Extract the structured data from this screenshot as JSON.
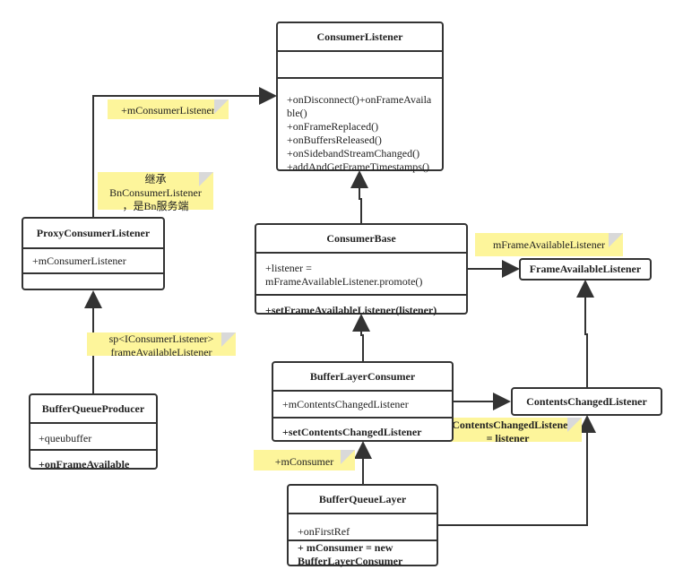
{
  "classes": {
    "consumer_listener": {
      "name": "ConsumerListener",
      "attributes": [],
      "methods": [
        "+onDisconnect()+onFrameAvaila",
        "ble()",
        "+onFrameReplaced()",
        "+onBuffersReleased()",
        "+onSidebandStreamChanged()",
        "+addAndGetFrameTimestamps()"
      ]
    },
    "proxy_consumer_listener": {
      "name": "ProxyConsumerListener",
      "attributes": [
        "+mConsumerListener"
      ],
      "methods": []
    },
    "consumer_base": {
      "name": "ConsumerBase",
      "attributes": [
        "+listener =",
        "mFrameAvailableListener.promote()"
      ],
      "methods": [
        "+setFrameAvailableListener(listener)"
      ]
    },
    "frame_available_listener": {
      "name": "FrameAvailableListener"
    },
    "buffer_queue_producer": {
      "name": "BufferQueueProducer",
      "attributes": [
        "+queubuffer"
      ],
      "methods": [
        "+onFrameAvailable"
      ]
    },
    "buffer_layer_consumer": {
      "name": "BufferLayerConsumer",
      "attributes": [
        "+mContentsChangedListener"
      ],
      "methods": [
        "+setContentsChangedListener"
      ]
    },
    "contents_changed_listener": {
      "name": "ContentsChangedListener"
    },
    "buffer_queue_layer": {
      "name": "BufferQueueLayer",
      "attributes": [
        "+onFirstRef"
      ],
      "methods": [
        "+ mConsumer = new",
        "BufferLayerConsumer"
      ]
    }
  },
  "notes": {
    "m_consumer_listener": [
      "+mConsumerListener"
    ],
    "inherit": [
      "继承",
      "BnConsumerListener",
      "，是Bn服务端"
    ],
    "sp_listener": [
      "sp<IConsumerListener>",
      "frameAvailableListener"
    ],
    "m_frame_available_listener": [
      "mFrameAvailableListener"
    ],
    "m_contents_changed_listener": [
      "mContentsChangedListener",
      "= listener"
    ],
    "m_consumer": [
      "+mConsumer"
    ]
  },
  "colors": {
    "note_fill": "#fdf59b",
    "note_fold": "#d9d9d9",
    "line": "#333333",
    "box_border": "#333333"
  }
}
